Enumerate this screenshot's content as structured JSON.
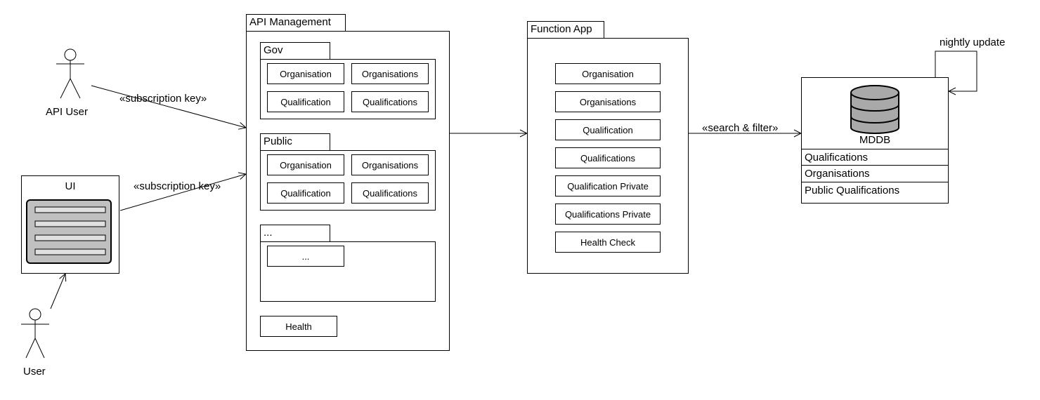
{
  "actors": {
    "api_user": "API User",
    "user": "User"
  },
  "ui_component": {
    "title": "UI"
  },
  "connectors": {
    "subscription_key_api_user": "«subscription key»",
    "subscription_key_ui": "«subscription key»",
    "search_filter": "«search & filter»",
    "nightly_update": "nightly update"
  },
  "api_management": {
    "title": "API Management",
    "gov": {
      "title": "Gov",
      "ops": [
        "Organisation",
        "Organisations",
        "Qualification",
        "Qualifications"
      ]
    },
    "public": {
      "title": "Public",
      "ops": [
        "Organisation",
        "Organisations",
        "Qualification",
        "Qualifications"
      ]
    },
    "more": {
      "title": "...",
      "op": "..."
    },
    "health": "Health"
  },
  "function_app": {
    "title": "Function App",
    "ops": [
      "Organisation",
      "Organisations",
      "Qualification",
      "Qualifications",
      "Qualification Private",
      "Qualifications Private",
      "Health Check"
    ]
  },
  "database": {
    "name": "MDDB",
    "tables": [
      "Qualifications",
      "Organisations",
      "Public Qualifications"
    ]
  }
}
